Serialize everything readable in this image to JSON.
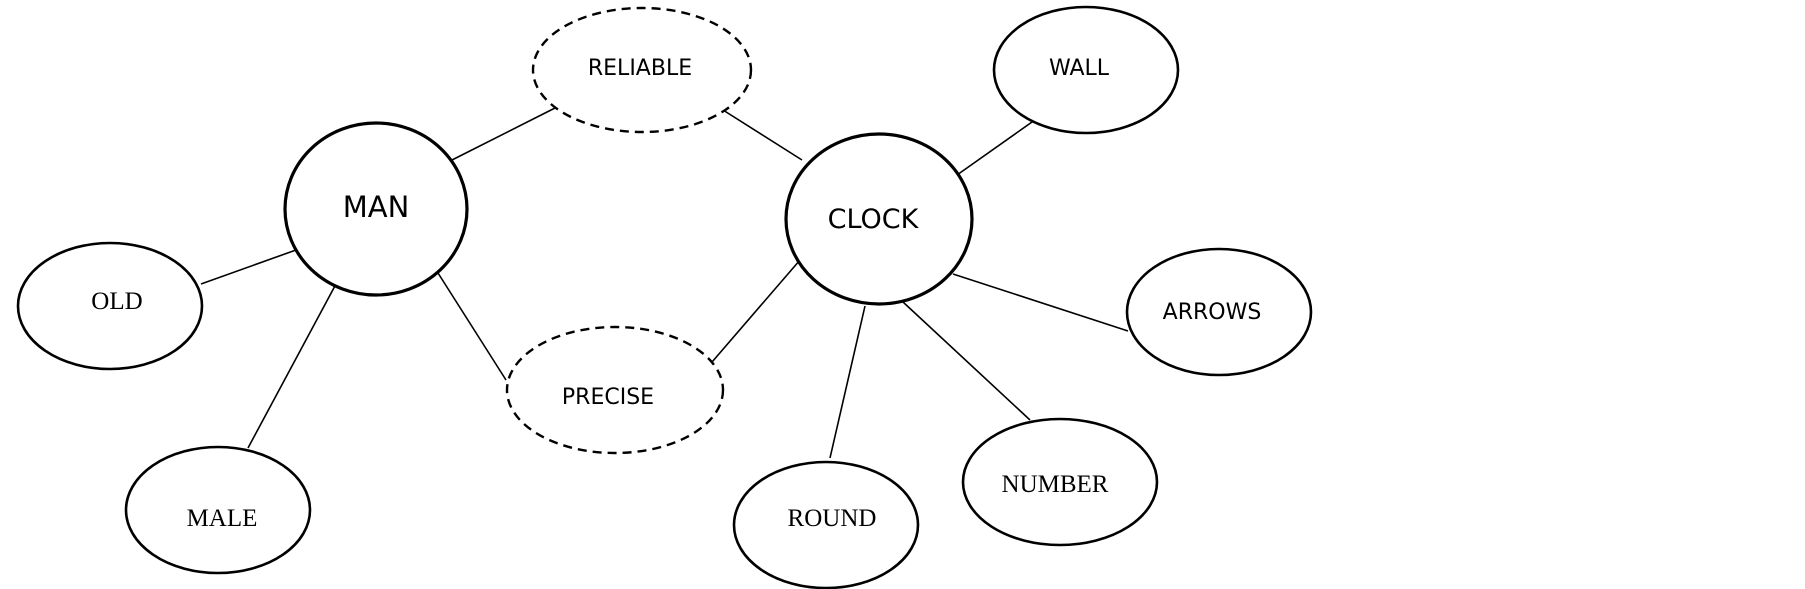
{
  "diagram": {
    "nodes": {
      "man": {
        "label": "MAN",
        "style": "solid"
      },
      "clock": {
        "label": "CLOCK",
        "style": "solid"
      },
      "reliable": {
        "label": "RELIABLE",
        "style": "dashed"
      },
      "precise": {
        "label": "PRECISE",
        "style": "dashed"
      },
      "old": {
        "label": "OLD",
        "style": "solid"
      },
      "male": {
        "label": "MALE",
        "style": "solid"
      },
      "wall": {
        "label": "WALL",
        "style": "solid"
      },
      "arrows": {
        "label": "ARROWS",
        "style": "solid"
      },
      "number": {
        "label": "NUMBER",
        "style": "solid"
      },
      "round": {
        "label": "ROUND",
        "style": "solid"
      }
    },
    "edges": [
      {
        "from": "man",
        "to": "reliable"
      },
      {
        "from": "man",
        "to": "precise"
      },
      {
        "from": "man",
        "to": "old"
      },
      {
        "from": "man",
        "to": "male"
      },
      {
        "from": "clock",
        "to": "reliable"
      },
      {
        "from": "clock",
        "to": "precise"
      },
      {
        "from": "clock",
        "to": "wall"
      },
      {
        "from": "clock",
        "to": "arrows"
      },
      {
        "from": "clock",
        "to": "number"
      },
      {
        "from": "clock",
        "to": "round"
      }
    ]
  }
}
